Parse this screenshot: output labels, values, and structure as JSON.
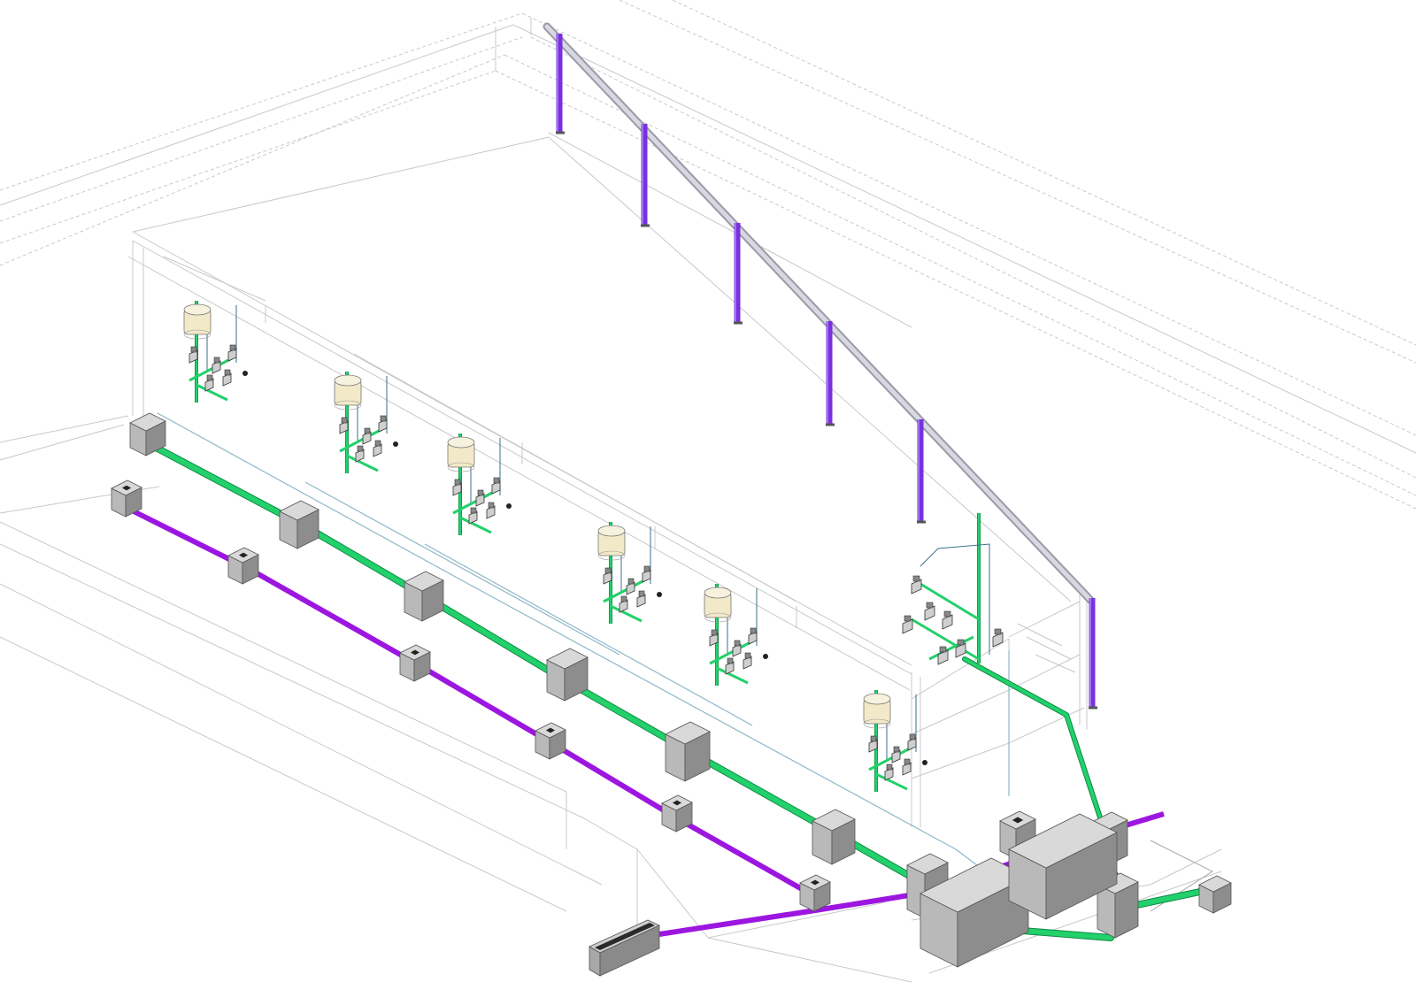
{
  "colors": {
    "background": "#ffffff",
    "drainage": "#22d16b",
    "drainage_edge": "#0f8a44",
    "vent_purple": "#9c16e0",
    "downspout_violet": "#7a2fe0",
    "gutter": "#c4c4d0",
    "tank": "#f1e9c8",
    "box_top": "#d9d9d9",
    "box_left": "#b9b9b9",
    "box_right": "#8d8d8d"
  },
  "diagram": {
    "kind": "isometric plumbing riser diagram",
    "drainage_manholes": 7,
    "vent_inspection_boxes": 7,
    "fixture_groups": 7,
    "water_tanks": 6,
    "downspouts": 6,
    "treatment_tanks": 2,
    "text_labels": []
  }
}
